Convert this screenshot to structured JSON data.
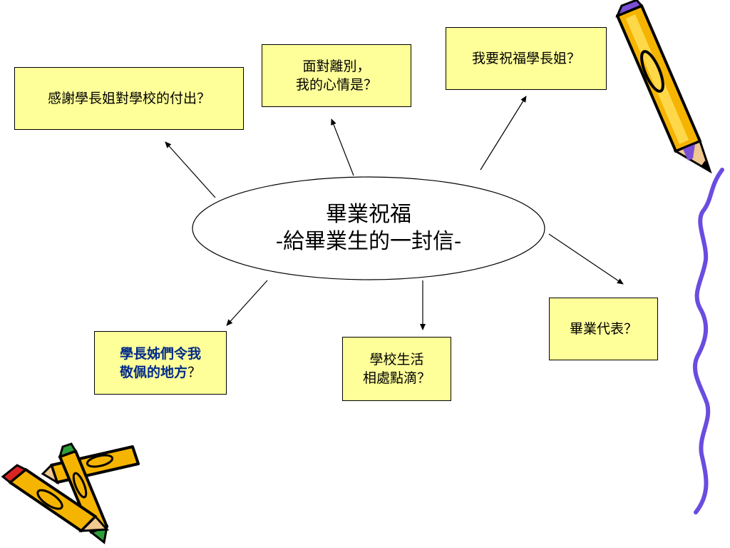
{
  "center": {
    "line1": "畢業祝福",
    "line2": "-給畢業生的一封信-"
  },
  "boxes": {
    "thanks": {
      "text": "感謝學長姐對學校的付出？"
    },
    "feeling": {
      "line1": "面對離別，",
      "line2": "我的心情是？"
    },
    "bless": {
      "text": "我要祝福學長姐？"
    },
    "representative": {
      "text": "畢業代表？"
    },
    "school_life": {
      "line1": "學校生活",
      "line2": "相處點滴？"
    },
    "admire": {
      "line1": "學長姊們令我",
      "line2": "敬佩的地方",
      "suffix": "？"
    }
  },
  "colors": {
    "box_fill": "#ffff99",
    "accent_blue": "#002a8a",
    "pencil_yellow": "#f5b400",
    "pencil_purple": "#7a4fd6",
    "wave_purple": "#6a4ce0"
  },
  "icons": [
    "pencil-icon-top-right",
    "pencils-icon-bottom-left",
    "purple-wave-decoration"
  ]
}
